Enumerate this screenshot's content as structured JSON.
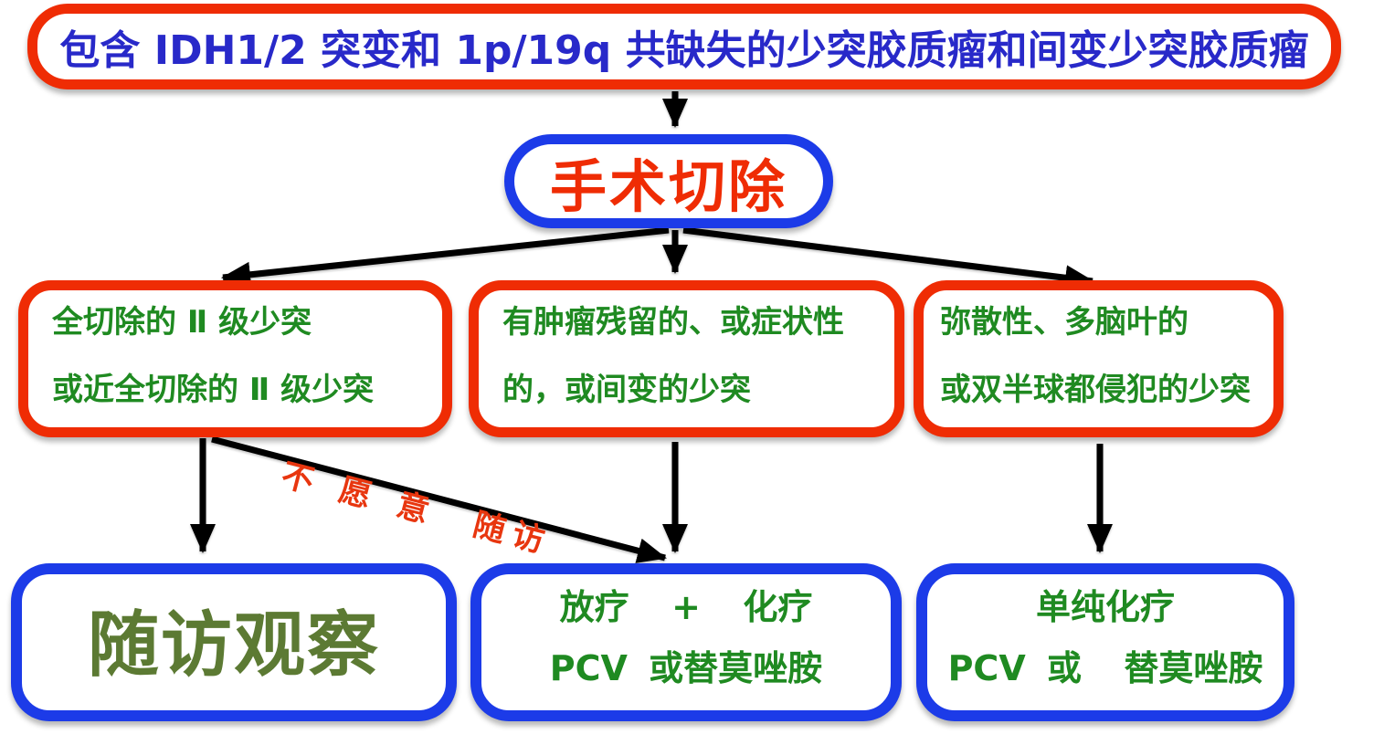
{
  "title": {
    "text": "包含 IDH1/2 突变和 1p/19q 共缺失的少突胶质瘤和间变少突胶质瘤"
  },
  "surgery": {
    "text": "手术切除"
  },
  "conditions": [
    {
      "line1": "全切除的 Ⅱ 级少突",
      "line2": "或近全切除的 Ⅱ 级少突"
    },
    {
      "line1": "有肿瘤残留的、或症状性",
      "line2": "的，或间变的少突"
    },
    {
      "line1": "弥散性、多脑叶的",
      "line2": "或双半球都侵犯的少突"
    }
  ],
  "treatments": [
    {
      "line1": "随访观察"
    },
    {
      "line1": "放疗  +  化疗",
      "line2": "PCV 或替莫唑胺"
    },
    {
      "line1": "单纯化疗",
      "line2": "PCV 或  替莫唑胺"
    }
  ],
  "arrow_label": {
    "text": "不 愿 意  随访"
  },
  "edges": [
    {
      "from": "title",
      "to": "surgery"
    },
    {
      "from": "surgery",
      "to": "condition-1"
    },
    {
      "from": "surgery",
      "to": "condition-2"
    },
    {
      "from": "surgery",
      "to": "condition-3"
    },
    {
      "from": "condition-1",
      "to": "treatment-1"
    },
    {
      "from": "condition-1",
      "to": "treatment-2",
      "label": "不 愿 意  随访"
    },
    {
      "from": "condition-2",
      "to": "treatment-2"
    },
    {
      "from": "condition-3",
      "to": "treatment-3"
    }
  ],
  "colors": {
    "red": "#EF2C04",
    "blue": "#1C3BE8",
    "blueText": "#2829C9",
    "green": "#1F8A21",
    "olive": "#5C7A33",
    "labelRed": "#E8360F",
    "arrowBlack": "#000000"
  }
}
